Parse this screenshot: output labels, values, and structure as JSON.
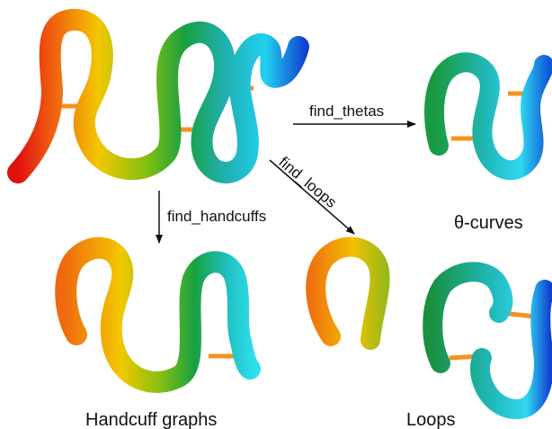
{
  "arrows": {
    "find_thetas": "find_thetas",
    "find_loops": "find_loops",
    "find_handcuffs": "find_handcuffs"
  },
  "captions": {
    "theta_curves": "θ-curves",
    "handcuff_graphs": "Handcuff graphs",
    "loops": "Loops"
  },
  "colors": {
    "bridge": "#f7921e",
    "arrow": "#111111"
  }
}
